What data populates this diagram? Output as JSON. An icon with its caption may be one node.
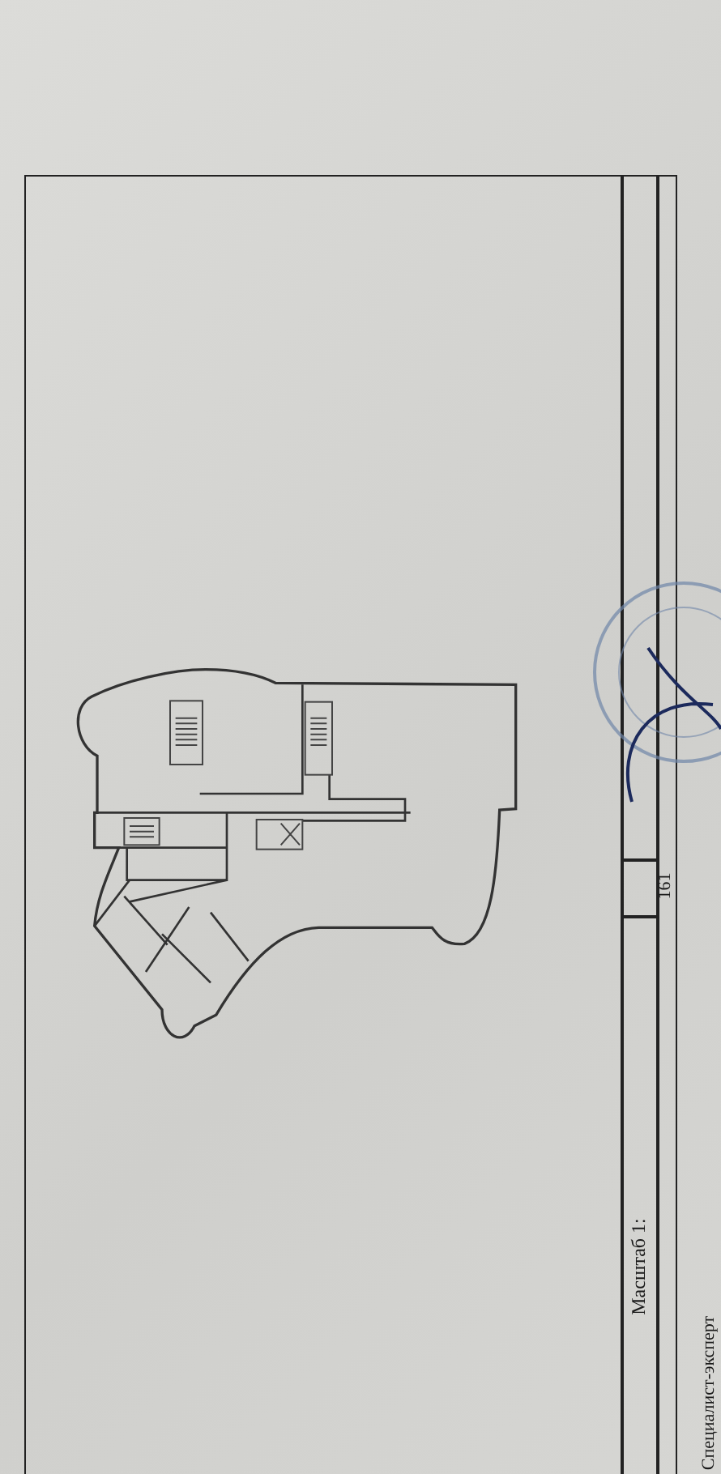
{
  "diagram": {
    "labels": [
      "Масштаб 1:",
      "161",
      "Специалист-эксперт"
    ]
  }
}
